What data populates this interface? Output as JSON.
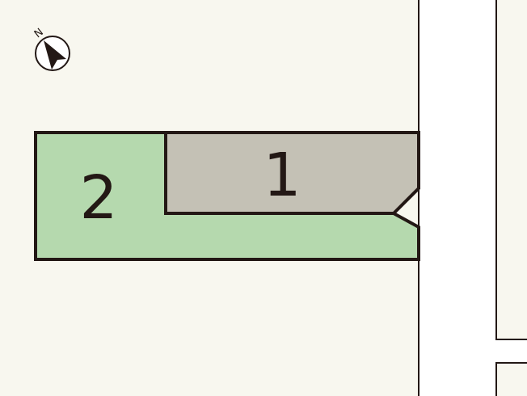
{
  "colors": {
    "background": "#f8f7ef",
    "road": "#ffffff",
    "outline": "#231815",
    "lot_1_fill": "#c4c1b5",
    "lot_2_fill": "#b5d9ae"
  },
  "north_arrow": {
    "label": "N",
    "icon": "north-arrow-icon"
  },
  "lots": [
    {
      "id": "lot-1",
      "label": "1"
    },
    {
      "id": "lot-2",
      "label": "2"
    }
  ]
}
